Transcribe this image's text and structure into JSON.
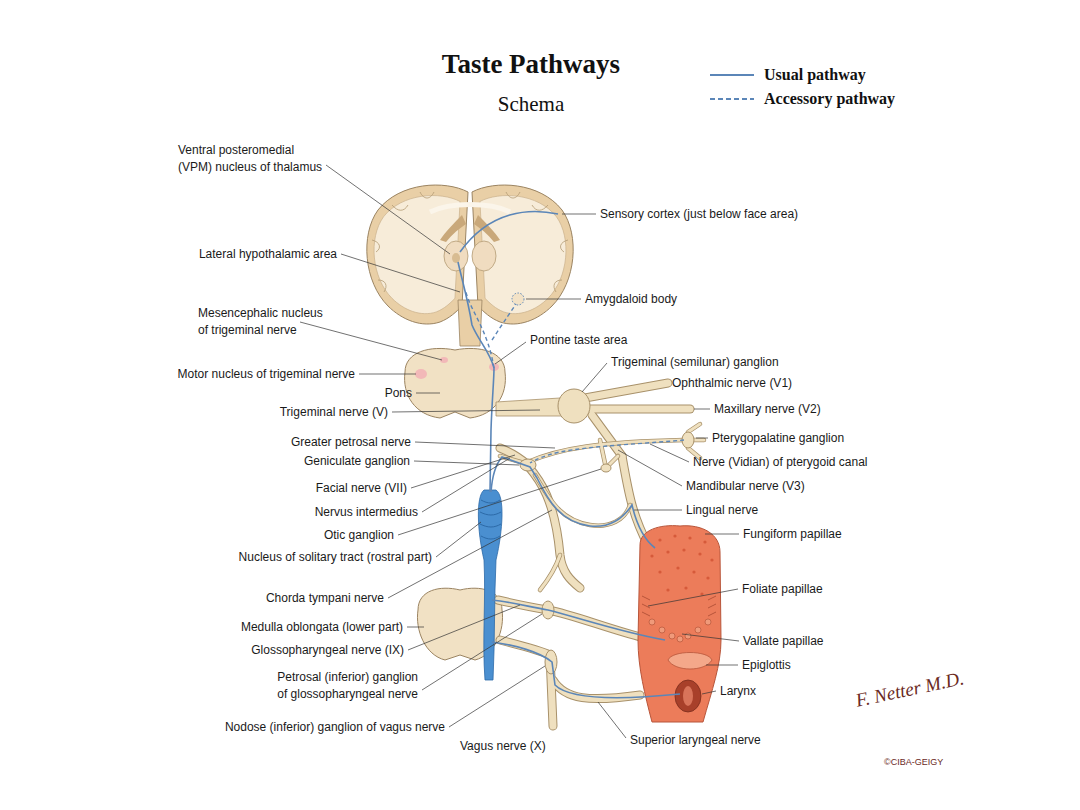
{
  "diagram": {
    "title": "Taste Pathways",
    "labels": [
      "Schema",
      "Ventral posteromedial (VPM) nucleus of thalamus",
      "Sensory cortex (just below face area)",
      "Lateral hypothalamic area",
      "Amygdaloid body",
      "Mesencephalic nucleus of trigeminal nerve",
      "Pontine taste area",
      "Trigeminal (semilunar) ganglion",
      "Motor nucleus of trigeminal nerve",
      "Ophthalmic nerve (V1)",
      "Pons",
      "Maxillary nerve (V2)",
      "Trigeminal nerve (V)",
      "Pterygopalatine ganglion",
      "Greater petrosal nerve",
      "Geniculate ganglion",
      "Nerve (Vidian) of pterygoid canal",
      "Mandibular nerve (V3)",
      "Facial nerve (VII)",
      "Lingual nerve",
      "Nervus intermedius",
      "Fungiform papillae",
      "Otic ganglion",
      "Nucleus of solitary tract (rostral part)",
      "Foliate papillae",
      "Chorda tympani nerve",
      "Medulla oblongata (lower part)",
      "Vallate papillae",
      "Glossopharyngeal nerve (IX)",
      "Epiglottis",
      "Petrosal (inferior) ganglion of glossopharyngeal nerve",
      "Larynx",
      "Nodose (inferior) ganglion of vagus nerve",
      "Superior laryngeal nerve",
      "Vagus nerve (X)",
      "F. Netter M.D.",
      "©CIBA-GEIGY"
    ],
    "legend": [
      {
        "text": "Usual pathway"
      },
      {
        "text": "Accessory pathway"
      }
    ]
  }
}
